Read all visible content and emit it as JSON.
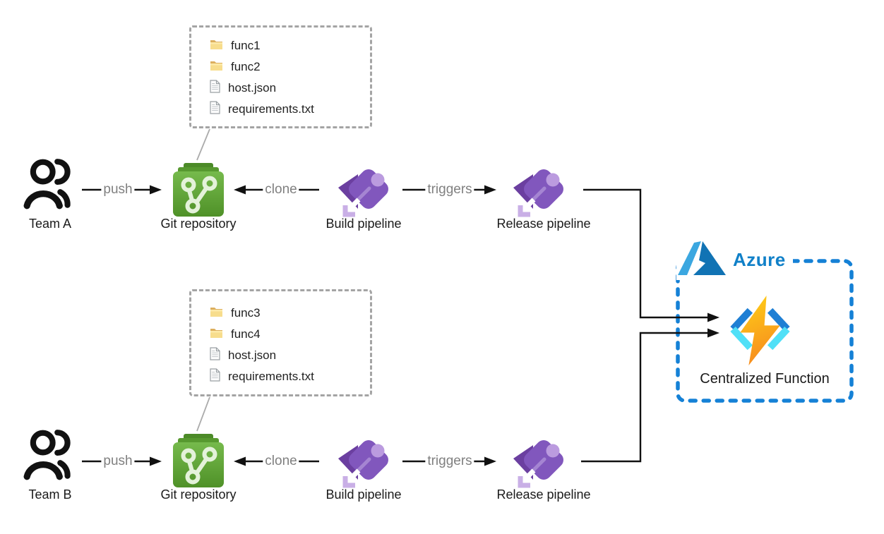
{
  "pipelines": [
    {
      "team_label": "Team A",
      "push_label": "push",
      "repo_label": "Git repository",
      "clone_label": "clone",
      "build_label": "Build pipeline",
      "triggers_label": "triggers",
      "release_label": "Release pipeline",
      "repo_files": [
        {
          "icon": "folder-icon",
          "label": "func1"
        },
        {
          "icon": "folder-icon",
          "label": "func2"
        },
        {
          "icon": "file-icon",
          "label": "host.json"
        },
        {
          "icon": "file-icon",
          "label": "requirements.txt"
        }
      ]
    },
    {
      "team_label": "Team B",
      "push_label": "push",
      "repo_label": "Git repository",
      "clone_label": "clone",
      "build_label": "Build pipeline",
      "triggers_label": "triggers",
      "release_label": "Release pipeline",
      "repo_files": [
        {
          "icon": "folder-icon",
          "label": "func3"
        },
        {
          "icon": "folder-icon",
          "label": "func4"
        },
        {
          "icon": "file-icon",
          "label": "host.json"
        },
        {
          "icon": "file-icon",
          "label": "requirements.txt"
        }
      ]
    }
  ],
  "azure": {
    "cloud_label": "Azure",
    "function_label": "Centralized Function"
  },
  "colors": {
    "azure_border_blue": "#1581d6",
    "azure_text_blue": "#1080c8",
    "git_green": "#61a839",
    "pipeline_purple": "#8157bd",
    "function_bolt_yellow": "#ffd117",
    "function_bolt_orange": "#f78e1e",
    "function_bracket_blue": "#1f7fd4",
    "function_bracket_cyan": "#50e0f7",
    "arrow_black": "#111111",
    "edge_label_gray": "#808080",
    "file_box_dash_gray": "#a4a4a4",
    "folder_yellow": "#f7dd8d"
  }
}
